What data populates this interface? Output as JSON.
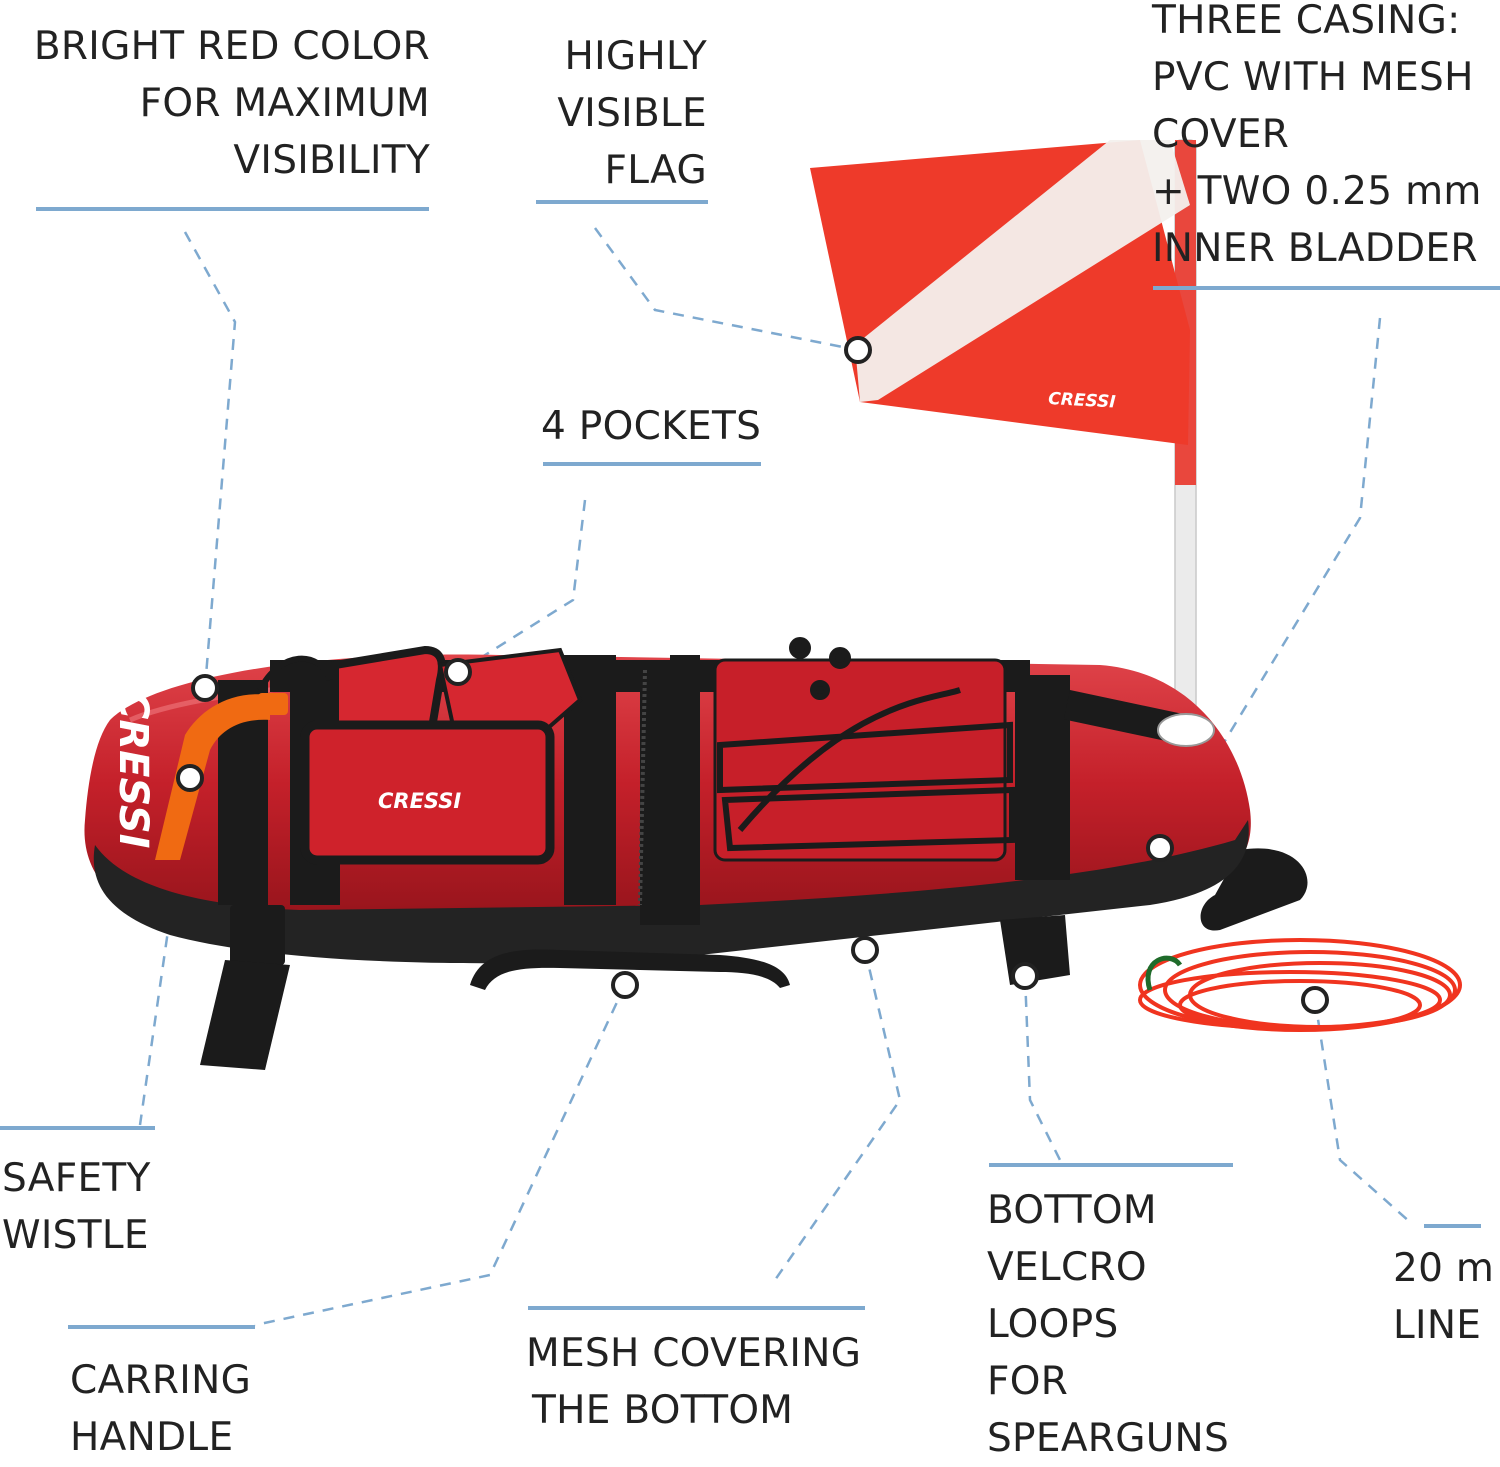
{
  "callouts": {
    "color": [
      "BRIGHT RED COLOR",
      "FOR MAXIMUM",
      "VISIBILITY"
    ],
    "flag": [
      "HIGHLY",
      "VISIBLE",
      "FLAG"
    ],
    "casing": [
      "THREE CASING:",
      "PVC WITH MESH",
      "COVER",
      "+ TWO 0.25 mm",
      "INNER BLADDER"
    ],
    "pockets": [
      "4 POCKETS"
    ],
    "whistle": [
      "SAFETY",
      "WISTLE"
    ],
    "handle": [
      "CARRING",
      "HANDLE"
    ],
    "mesh": [
      "MESH COVERING",
      "THE BOTTOM"
    ],
    "velcro": [
      "BOTTOM",
      "VELCRO",
      "LOOPS",
      "FOR",
      "SPEARGUNS"
    ],
    "line": [
      "20 m",
      "LINE"
    ]
  },
  "brand": {
    "flag_logo": "CRESSI",
    "pocket_logo": "CRESSI",
    "side_logo": "CRESSI"
  },
  "colors": {
    "rule": "#7ea9cf",
    "buoy_red": "#c8232c",
    "flag_red": "#ee3a2a",
    "strap_black": "#1b1b1b",
    "line_orange": "#f0341f",
    "whistle_orange": "#f06a12"
  }
}
